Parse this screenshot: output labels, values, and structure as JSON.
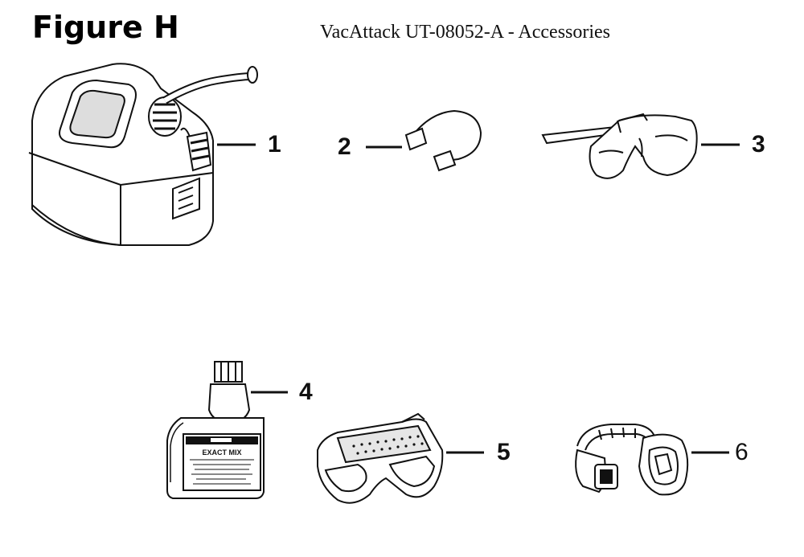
{
  "figure": {
    "label": "Figure H",
    "title": "VacAttack UT-08052-A - Accessories"
  },
  "parts": [
    {
      "number": "1",
      "icon": "fuel-can-icon"
    },
    {
      "number": "2",
      "icon": "earplugs-icon"
    },
    {
      "number": "3",
      "icon": "safety-glasses-icon"
    },
    {
      "number": "4",
      "icon": "oil-bottle-icon"
    },
    {
      "number": "5",
      "icon": "safety-goggles-icon"
    },
    {
      "number": "6",
      "icon": "ear-muffs-icon"
    }
  ],
  "bottle_label": {
    "brand": "EXACT MIX"
  }
}
